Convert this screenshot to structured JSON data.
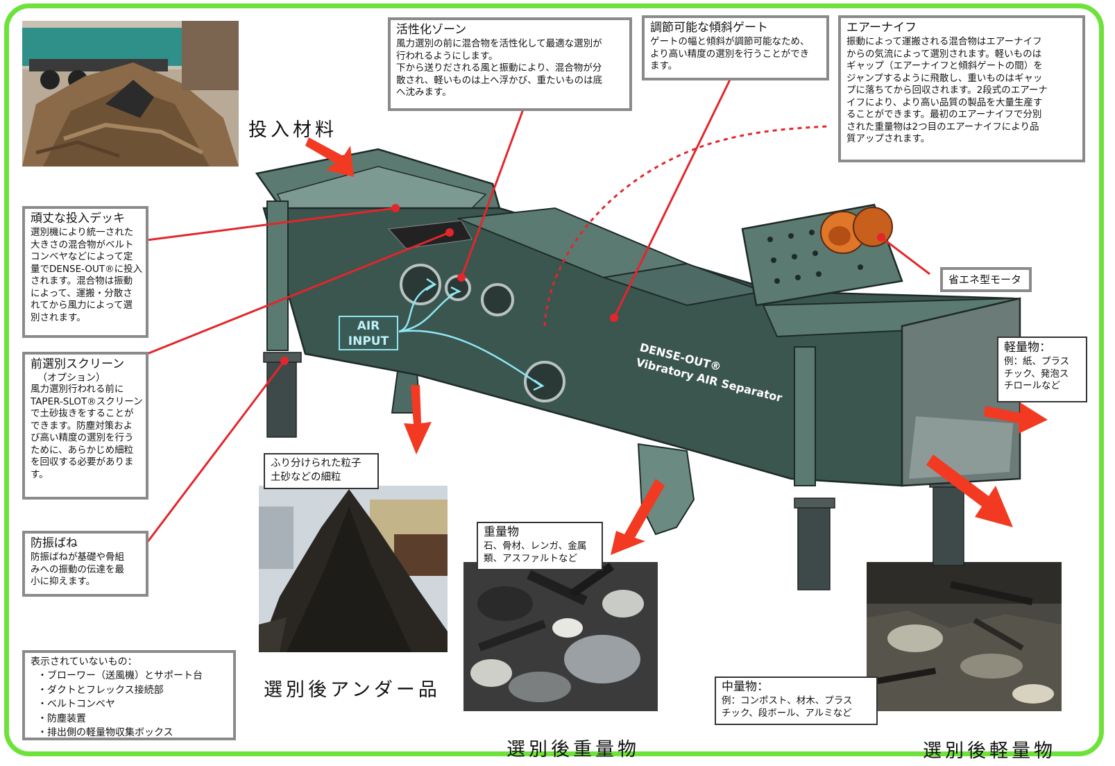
{
  "title_input": "投入材料",
  "air_input": {
    "line1": "AIR",
    "line2": "INPUT"
  },
  "machine": {
    "name": "DENSE-OUT®",
    "subtitle": "Vibratory AIR Separator"
  },
  "callouts": {
    "activation": {
      "title": "活性化ゾーン",
      "lines": [
        "風力選別の前に混合物を活性化して最適な選別が",
        "行われるようにします。",
        "下から送りだされる風と振動により、混合物が分",
        "散され、軽いものは上へ浮かび、重たいものは底",
        "へ沈みます。"
      ]
    },
    "gate": {
      "title": "調節可能な傾斜ゲート",
      "lines": [
        "ゲートの幅と傾斜が調節可能なため、",
        "より高い精度の選別を行うことができ",
        "ます。"
      ]
    },
    "airknife": {
      "title": "エアーナイフ",
      "lines": [
        "振動によって運搬される混合物はエアーナイフ",
        "からの気流によって選別されます。軽いものは",
        "ギャップ（エアーナイフと傾斜ゲートの間）を",
        "ジャンプするように飛散し、重いものはギャッ",
        "プに落ちてから回収されます。2段式のエアーナ",
        "イフにより、より高い品質の製品を大量生産す",
        "ることができます。最初のエアーナイフで分別",
        "された重量物は2つ目のエアーナイフにより品",
        "質アップされます。"
      ]
    },
    "deck": {
      "title": "頑丈な投入デッキ",
      "lines": [
        "選別機により統一された",
        "大きさの混合物がベルト",
        "コンベヤなどによって定",
        "量でDENSE-OUT®に投入",
        "されます。混合物は振動",
        "によって、運搬・分散さ",
        "れてから風力によって選",
        "別されます。"
      ]
    },
    "screen": {
      "title": "前選別スクリーン",
      "subtitle": "（オプション）",
      "lines": [
        "風力選別行われる前に",
        "TAPER-SLOT®スクリーン",
        "で土砂抜きをすることが",
        "できます。防塵対策およ",
        "び高い精度の選別を行う",
        "ために、あらかじめ細粒",
        "を回収する必要がありま",
        "す。"
      ]
    },
    "spring": {
      "title": "防振ばね",
      "lines": [
        "防振ばねが基礎や骨組",
        "みへの振動の伝達を最",
        "小に抑えます。"
      ]
    },
    "motor": {
      "title": "省エネ型モータ"
    },
    "light": {
      "title": "軽量物：",
      "lines": [
        "例：紙、プラス",
        "チック、発泡ス",
        "チロールなど"
      ]
    },
    "fines": {
      "lines": [
        "ふり分けられた粒子",
        "土砂などの細粒"
      ]
    },
    "heavy": {
      "title": "重量物",
      "lines": [
        "石、骨材、レンガ、金属",
        "類、アスファルトなど"
      ]
    },
    "medium": {
      "title": "中量物：",
      "lines": [
        "例：コンポスト、材木、プラス",
        "チック、段ボール、アルミなど"
      ]
    }
  },
  "not_shown": {
    "title": "表示されていないもの：",
    "items": [
      "・ブローワー（送風機）とサポート台",
      "・ダクトとフレックス接続部",
      "・ベルトコンベヤ",
      "・防塵装置",
      "・排出側の軽量物収集ボックス"
    ]
  },
  "captions": {
    "under": "選別後アンダー品",
    "heavy": "選別後重量物",
    "light": "選別後軽量物"
  },
  "colors": {
    "frame": "#6ee13a",
    "machine": "#3b554f",
    "machine_light": "#5b7a72",
    "callout_line": "#e3262b",
    "arrow": "#f23a22",
    "air_flow": "#8ee8f4",
    "motor": "#e0762a"
  }
}
